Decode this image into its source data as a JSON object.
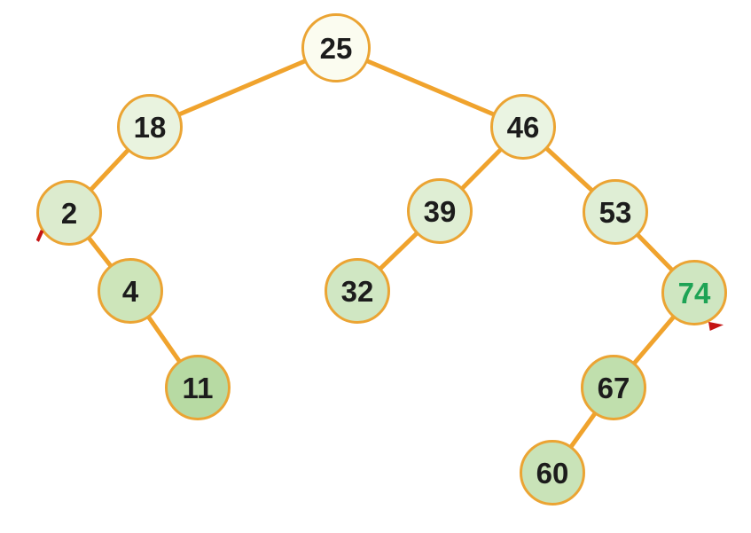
{
  "diagram": {
    "type": "binary-search-tree",
    "colors": {
      "edge": "#f0a32d",
      "node_border": "#eba433",
      "node_text": "#1c1c1c",
      "highlight_text": "#1ea355",
      "red_mark": "#c41414",
      "background": "#ffffff"
    },
    "nodes": [
      {
        "value": "25",
        "depth": 0,
        "parent": null,
        "side": "root",
        "fill": "#fbfcf0",
        "text_color": "#1c1c1c"
      },
      {
        "value": "18",
        "depth": 1,
        "parent": "25",
        "side": "left",
        "fill": "#e9f3df",
        "text_color": "#1c1c1c"
      },
      {
        "value": "46",
        "depth": 1,
        "parent": "25",
        "side": "right",
        "fill": "#eaf4e2",
        "text_color": "#1c1c1c"
      },
      {
        "value": "2",
        "depth": 2,
        "parent": "18",
        "side": "left",
        "fill": "#dcebce",
        "text_color": "#1c1c1c"
      },
      {
        "value": "39",
        "depth": 2,
        "parent": "46",
        "side": "left",
        "fill": "#dfeed4",
        "text_color": "#1c1c1c"
      },
      {
        "value": "53",
        "depth": 2,
        "parent": "46",
        "side": "right",
        "fill": "#dfeed5",
        "text_color": "#1c1c1c"
      },
      {
        "value": "4",
        "depth": 3,
        "parent": "2",
        "side": "right",
        "fill": "#cde5ba",
        "text_color": "#1c1c1c"
      },
      {
        "value": "32",
        "depth": 3,
        "parent": "39",
        "side": "left",
        "fill": "#d0e7c3",
        "text_color": "#1c1c1c"
      },
      {
        "value": "74",
        "depth": 3,
        "parent": "53",
        "side": "right",
        "fill": "#cfe6c1",
        "text_color": "#1ea355"
      },
      {
        "value": "11",
        "depth": 4,
        "parent": "4",
        "side": "right",
        "fill": "#b7daa3",
        "text_color": "#1c1c1c"
      },
      {
        "value": "67",
        "depth": 4,
        "parent": "74",
        "side": "left",
        "fill": "#c0dfad",
        "text_color": "#1c1c1c"
      },
      {
        "value": "60",
        "depth": 5,
        "parent": "67",
        "side": "left",
        "fill": "#c9e3b8",
        "text_color": "#1c1c1c"
      }
    ],
    "annotations": [
      {
        "name": "red-ink-tick",
        "near_node": "2",
        "color": "#c41414"
      },
      {
        "name": "red-ink-triangle",
        "near_node": "74",
        "color": "#c41414"
      }
    ]
  }
}
